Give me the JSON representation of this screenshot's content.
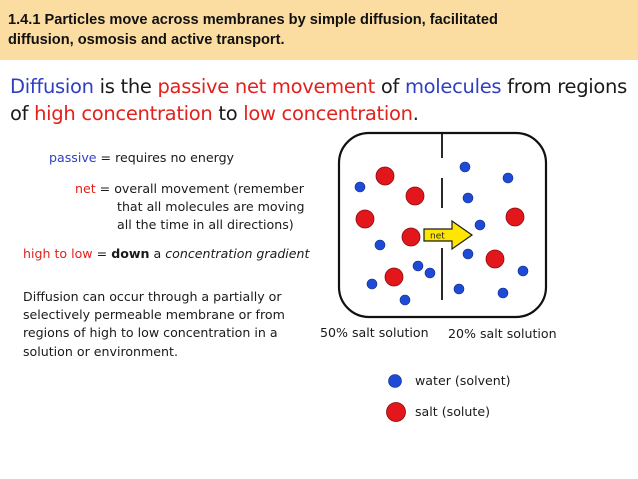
{
  "header": {
    "title_line1": "1.4.1 Particles move across membranes by simple diffusion, facilitated",
    "title_line2": "diffusion, osmosis and active transport."
  },
  "headline": {
    "w1": "Diffusion",
    "w2": " is the ",
    "w3": "passive net movement",
    "w4": " of ",
    "w5": "molecules",
    "w6": " from regions",
    "w7": "of ",
    "w8": "high concentration",
    "w9": " to ",
    "w10": "low concentration",
    "w11": "."
  },
  "definitions": {
    "passive_term": "passive",
    "passive_def": " = requires no energy",
    "net_term": "net",
    "net_def_line1": " = overall movement (remember",
    "net_def_line2": "that all molecules are moving",
    "net_def_line3": "all the time in all directions)",
    "high_low_term": "high to low",
    "eq": " = ",
    "down": "down",
    "a": " a ",
    "gradient": "concentration gradient"
  },
  "paragraph": {
    "line1": "Diffusion can occur through a partially or",
    "line2": "selectively permeable membrane or from",
    "line3": "regions of high to low concentration in a",
    "line4": "solution or environment."
  },
  "diagram": {
    "arrow_label": "net",
    "left_label": "50% salt solution",
    "right_label": "20% salt solution",
    "colors": {
      "water": "#1f4ad6",
      "salt": "#e3161b",
      "arrow": "#ffe600"
    }
  },
  "legend": {
    "water_label": "water (solvent)",
    "salt_label": "salt (solute)"
  }
}
